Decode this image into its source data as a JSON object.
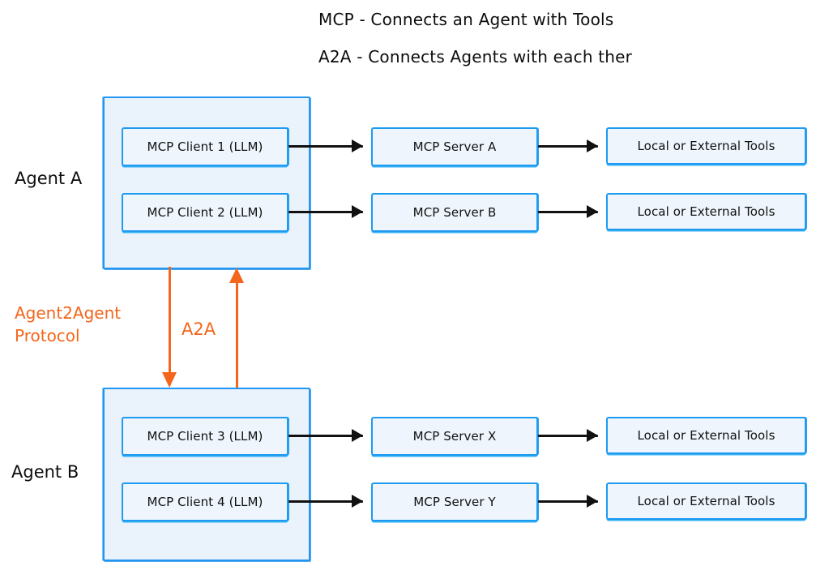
{
  "notes": {
    "mcp": "MCP - Connects an Agent with Tools",
    "a2a": "A2A - Connects Agents with each ther"
  },
  "agents": [
    {
      "label": "Agent A",
      "clients": [
        "MCP Client 1 (LLM)",
        "MCP Client 2 (LLM)"
      ],
      "servers": [
        "MCP Server A",
        "MCP Server B"
      ],
      "tools": [
        "Local or External Tools",
        "Local or External Tools"
      ]
    },
    {
      "label": "Agent B",
      "clients": [
        "MCP Client 3 (LLM)",
        "MCP Client 4 (LLM)"
      ],
      "servers": [
        "MCP Server X",
        "MCP Server Y"
      ],
      "tools": [
        "Local or External Tools",
        "Local or External Tools"
      ]
    }
  ],
  "protocol": {
    "side_label": "Agent2Agent\nProtocol",
    "inline_label": "A2A"
  },
  "colors": {
    "accent_blue": "#1e9bf0",
    "container_blue": "#2196f3",
    "box_fill": "#eef5fc",
    "container_fill": "#eaf3fb",
    "arrow_black": "#111111",
    "a2a_orange": "#f4661c",
    "background": "#ffffff"
  }
}
